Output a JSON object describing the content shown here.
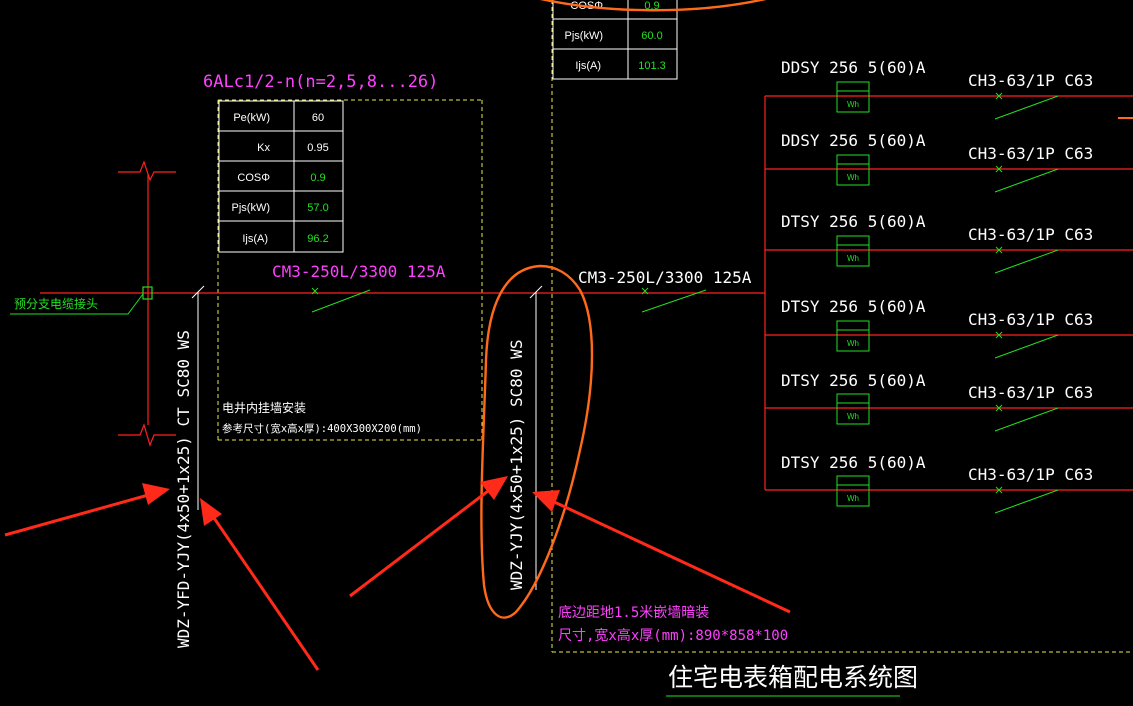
{
  "panel_left": {
    "title": "6ALc1/2-n(n=2,5,8...26)",
    "params": [
      {
        "label": "Pe(kW)",
        "value": "60"
      },
      {
        "label": "Kx",
        "value": "0.95"
      },
      {
        "label": "COSΦ",
        "value": "0.9"
      },
      {
        "label": "Pjs(kW)",
        "value": "57.0"
      },
      {
        "label": "Ijs(A)",
        "value": "96.2"
      }
    ],
    "breaker": "CM3-250L/3300 125A",
    "install_line1": "电井内挂墙安装",
    "install_line2": "参考尺寸(宽x高x厚):400X300X200(mm)",
    "branch_label": "预分支电缆接头",
    "cable": "WDZ-YFD-YJY(4x50+1x25)  CT SC80 WS"
  },
  "panel_top": {
    "params": [
      {
        "label": "COSΦ",
        "value": "0.9"
      },
      {
        "label": "Pjs(kW)",
        "value": "60.0"
      },
      {
        "label": "Ijs(A)",
        "value": "101.3"
      }
    ]
  },
  "panel_right": {
    "cable": "WDZ-YJY(4x50+1x25)  SC80 WS",
    "breaker": "CM3-250L/3300 125A",
    "meter_symbol": "Wh",
    "circuits": [
      {
        "meter": "DDSY 256 5(60)A",
        "breaker": "CH3-63/1P C63"
      },
      {
        "meter": "DDSY 256 5(60)A",
        "breaker": "CH3-63/1P C63"
      },
      {
        "meter": "DTSY 256 5(60)A",
        "breaker": "CH3-63/1P C63"
      },
      {
        "meter": "DTSY 256 5(60)A",
        "breaker": "CH3-63/1P C63"
      },
      {
        "meter": "DTSY 256 5(60)A",
        "breaker": "CH3-63/1P C63"
      },
      {
        "meter": "DTSY 256 5(60)A",
        "breaker": "CH3-63/1P C63"
      }
    ],
    "install_line1": "底边距地1.5米嵌墙暗装",
    "install_line2": "尺寸,宽x高x厚(mm):890*858*100"
  },
  "drawing_title": "住宅电表箱配电系统图",
  "colors": {
    "background": "#000000",
    "wire": "#ff2020",
    "breaker": "#22e022",
    "label_white": "#ffffff",
    "label_magenta": "#ff40ff",
    "boundary": "#e8e84a",
    "annotation_arrow": "#ff2a1a",
    "annotation_circle": "#ff6a1a"
  }
}
